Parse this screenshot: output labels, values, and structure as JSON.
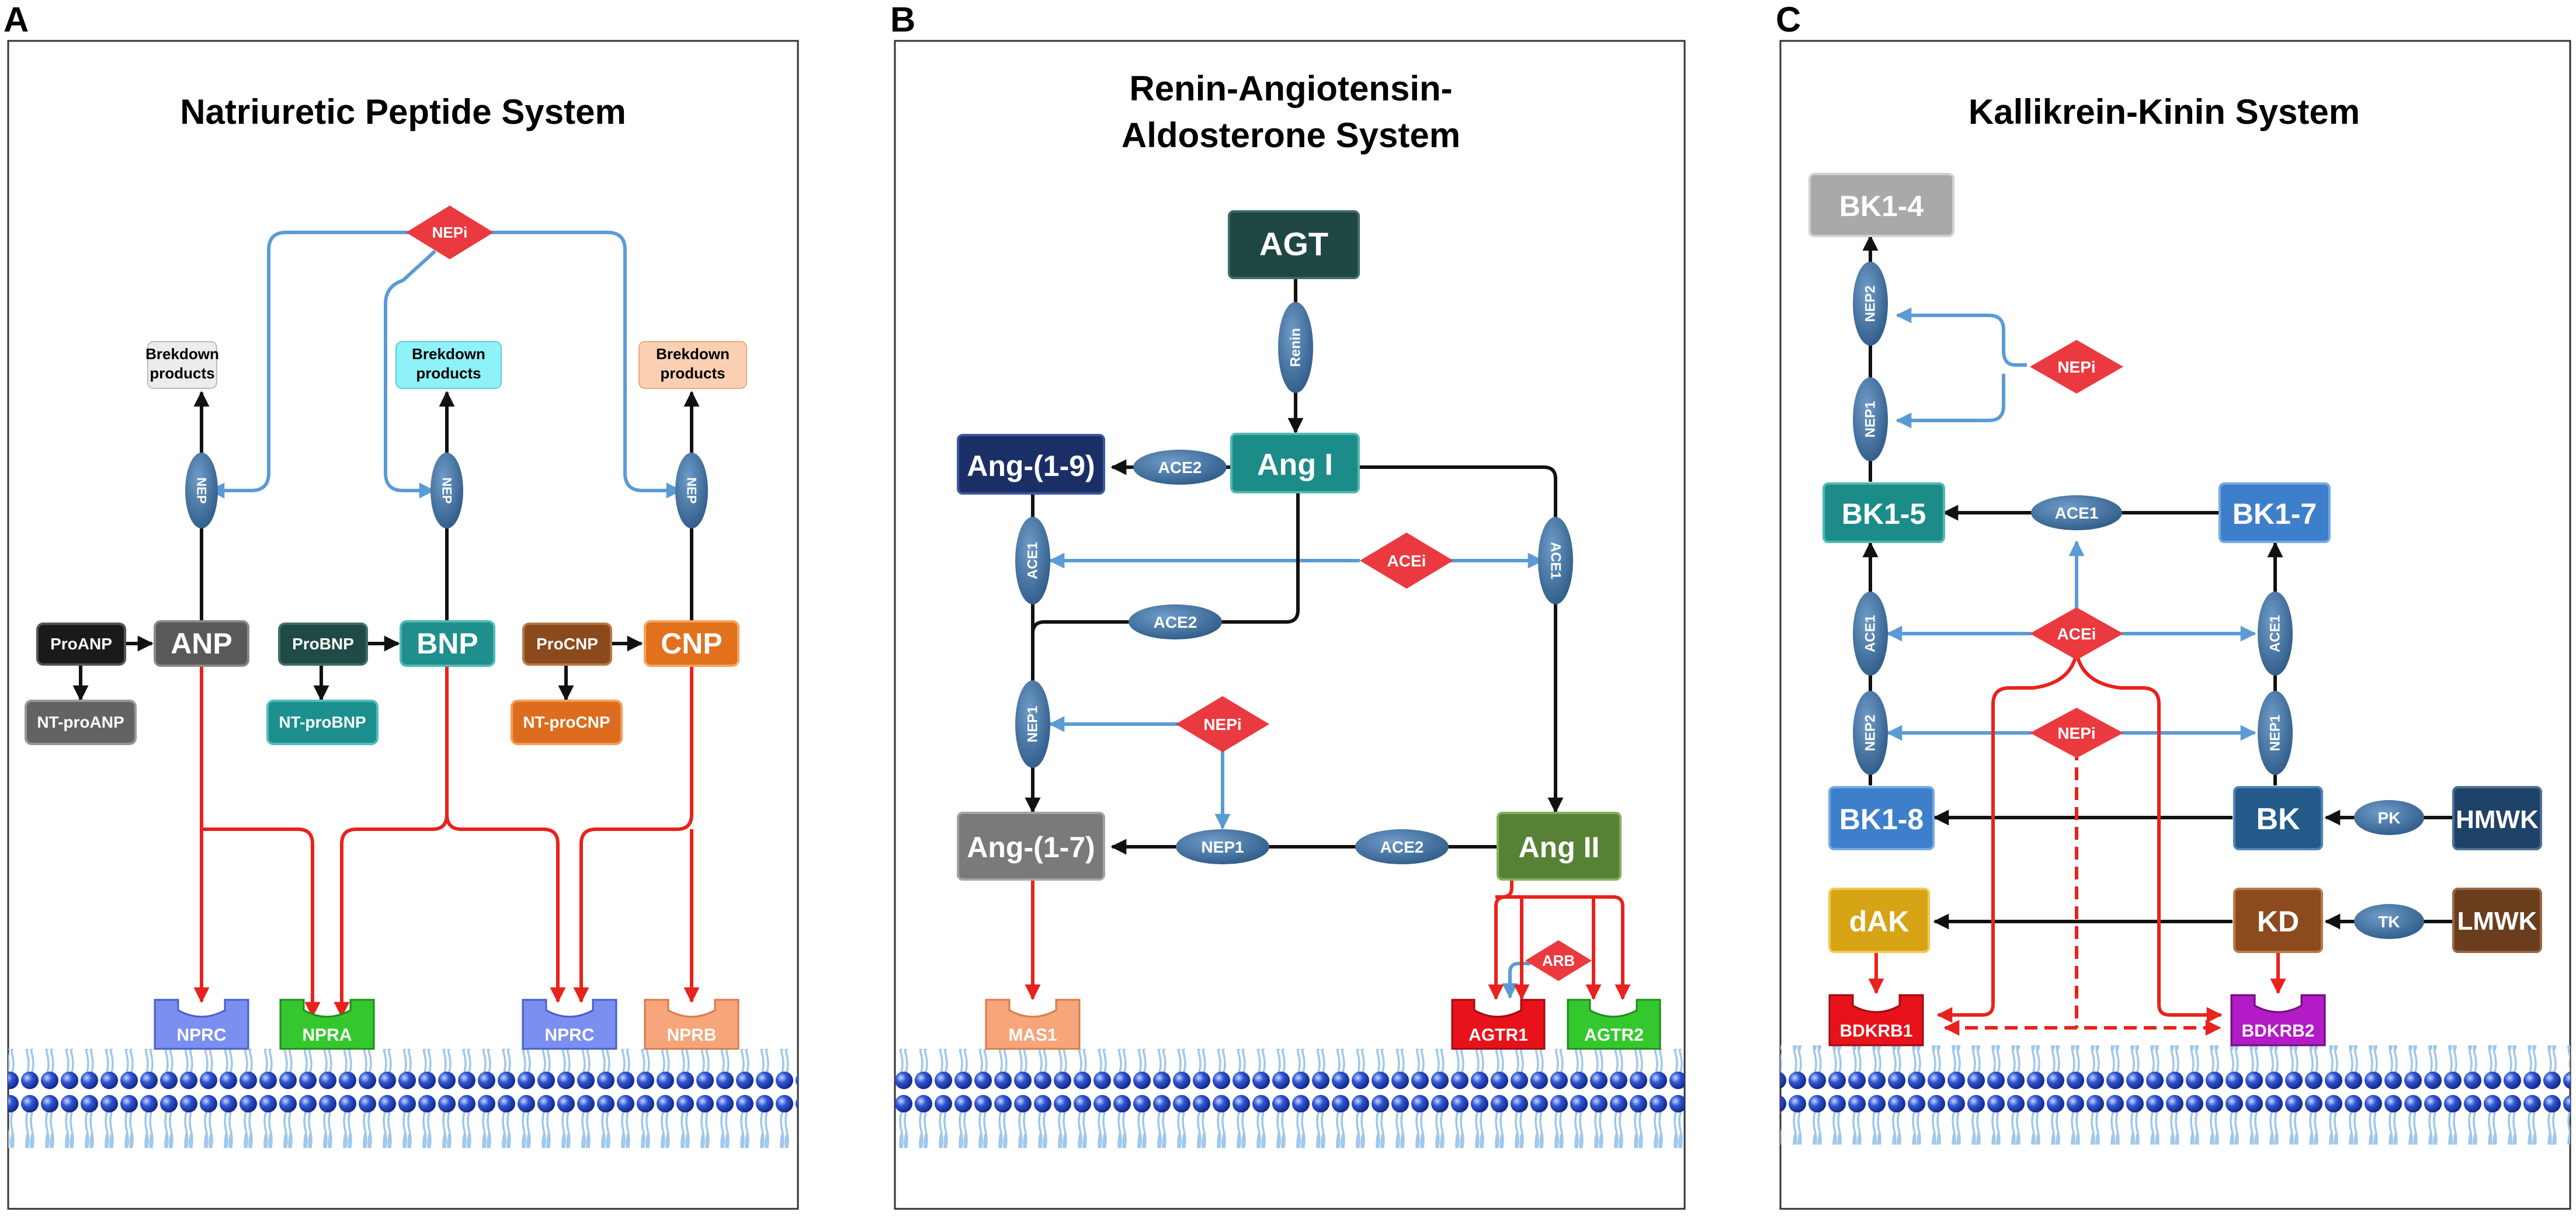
{
  "panels": {
    "A": {
      "letter": "A",
      "title": "Natriuretic Peptide System",
      "nepi": "NEPi",
      "breakdown": {
        "line1": "Brekdown",
        "line2": "products"
      },
      "nep": "NEP",
      "pro_anp": "ProANP",
      "anp": "ANP",
      "nt_proanp": "NT-proANP",
      "pro_bnp": "ProBNP",
      "bnp": "BNP",
      "nt_probnp": "NT-proBNP",
      "pro_cnp": "ProCNP",
      "cnp": "CNP",
      "nt_procnp": "NT-proCNP",
      "receptors": {
        "nprc": "NPRC",
        "npra": "NPRA",
        "nprb": "NPRB"
      }
    },
    "B": {
      "letter": "B",
      "title_line1": "Renin-Angiotensin-",
      "title_line2": "Aldosterone System",
      "agt": "AGT",
      "renin": "Renin",
      "ang1": "Ang I",
      "ang19": "Ang-(1-9)",
      "ang17": "Ang-(1-7)",
      "ang2": "Ang II",
      "ace2": "ACE2",
      "ace1": "ACE1",
      "acei": "ACEi",
      "nep1": "NEP1",
      "nepi": "NEPi",
      "arb": "ARB",
      "receptors": {
        "mas1": "MAS1",
        "agtr1": "AGTR1",
        "agtr2": "AGTR2"
      }
    },
    "C": {
      "letter": "C",
      "title": "Kallikrein-Kinin System",
      "bk14": "BK1-4",
      "bk15": "BK1-5",
      "bk17": "BK1-7",
      "bk18": "BK1-8",
      "bk": "BK",
      "hmwk": "HMWK",
      "pk": "PK",
      "dak": "dAK",
      "kd": "KD",
      "tk": "TK",
      "lmwk": "LMWK",
      "nep1": "NEP1",
      "nep2": "NEP2",
      "ace1": "ACE1",
      "acei": "ACEi",
      "nepi": "NEPi",
      "receptors": {
        "bdkrb1": "BDKRB1",
        "bdkrb2": "BDKRB2"
      }
    }
  },
  "colors": {
    "black_arrow": "#111111",
    "blue_arrow": "#5b9bd5",
    "red_arrow": "#e8221c",
    "inhibitor": "#ea3a3f",
    "enzyme": "#3e6f9e",
    "membrane_head": "#2f55d4",
    "membrane_tail": "#9fc7ea"
  }
}
